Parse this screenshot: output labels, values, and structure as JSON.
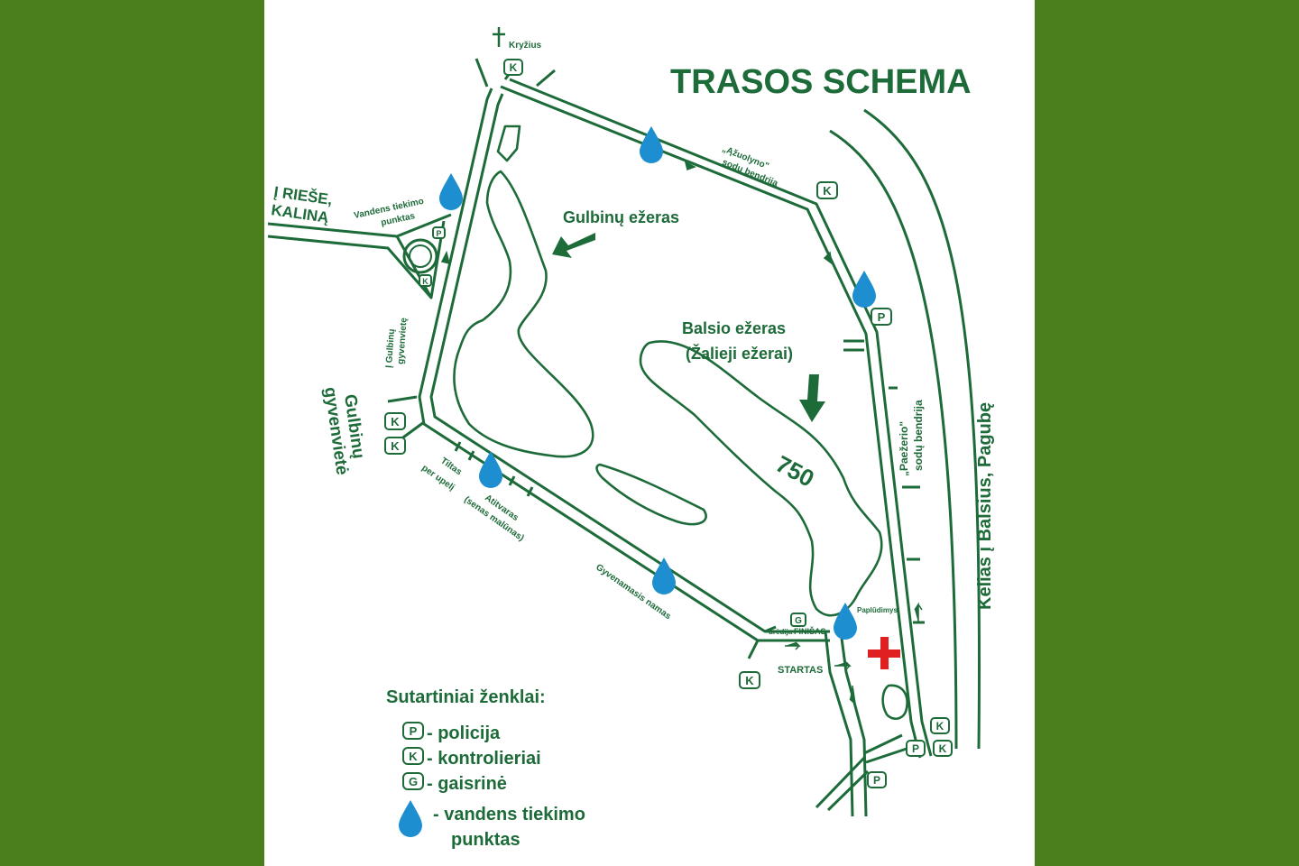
{
  "title": "TRASOS SCHEMA",
  "labels": {
    "cross": "Kryžius",
    "road_west_line1": "Į RIEŠE,",
    "road_west_line2": "KALINĄ",
    "water_point_line1": "Vandens tiekimo",
    "water_point_line2": "punktas",
    "gulbinu_gyv_small_line1": "Į Gulbinų",
    "gulbinu_gyv_small_line2": "gyvenvietę",
    "gulbinu_gyv_big_line1": "Gulbinų",
    "gulbinu_gyv_big_line2": "gyvenvietė",
    "azuolyno_line1": "„Ąžuolyno\"",
    "azuolyno_line2": "sodų bendrija",
    "lake_gulbinu": "Gulbinų ežeras",
    "lake_balsio_line1": "Balsio ežeras",
    "lake_balsio_line2": "(Žalieji ežerai)",
    "distance": "750",
    "paezerio_line1": "„Paežerio\"",
    "paezerio_line2": "sodų bendrija",
    "road_east": "Kelias į Balsius, Pagubę",
    "bridge_line1": "Tiltas",
    "bridge_line2": "per upelį",
    "atitvaras_line1": "Atitvaras",
    "atitvaras_line2": "(senas malūnas)",
    "house": "Gyvenamasis namas",
    "beach": "Paplūdimys",
    "finish": "FINIŠAS",
    "uredija": "urėdija",
    "start": "STARTAS"
  },
  "legend": {
    "title": "Sutartiniai ženklai:",
    "items": [
      {
        "symbol": "P",
        "text": "- policija"
      },
      {
        "symbol": "K",
        "text": "- kontrolieriai"
      },
      {
        "symbol": "G",
        "text": "- gaisrinė"
      }
    ],
    "water_line1": "- vandens tiekimo",
    "water_line2": "punktas"
  },
  "badges": [
    {
      "letter": "K"
    },
    {
      "letter": "P"
    },
    {
      "letter": "K"
    },
    {
      "letter": "K"
    },
    {
      "letter": "P"
    },
    {
      "letter": "K"
    },
    {
      "letter": "K"
    },
    {
      "letter": "G"
    },
    {
      "letter": "K"
    },
    {
      "letter": "K"
    },
    {
      "letter": "P"
    },
    {
      "letter": "K"
    },
    {
      "letter": "P"
    }
  ],
  "colors": {
    "frame": "#4a7f1b",
    "map_green": "#1e6b3a",
    "water_drop": "#1d8fd1",
    "first_aid": "#e02020"
  },
  "icons": [
    "cross-icon",
    "water-drop-icon",
    "first-aid-icon",
    "arrow-icon"
  ]
}
